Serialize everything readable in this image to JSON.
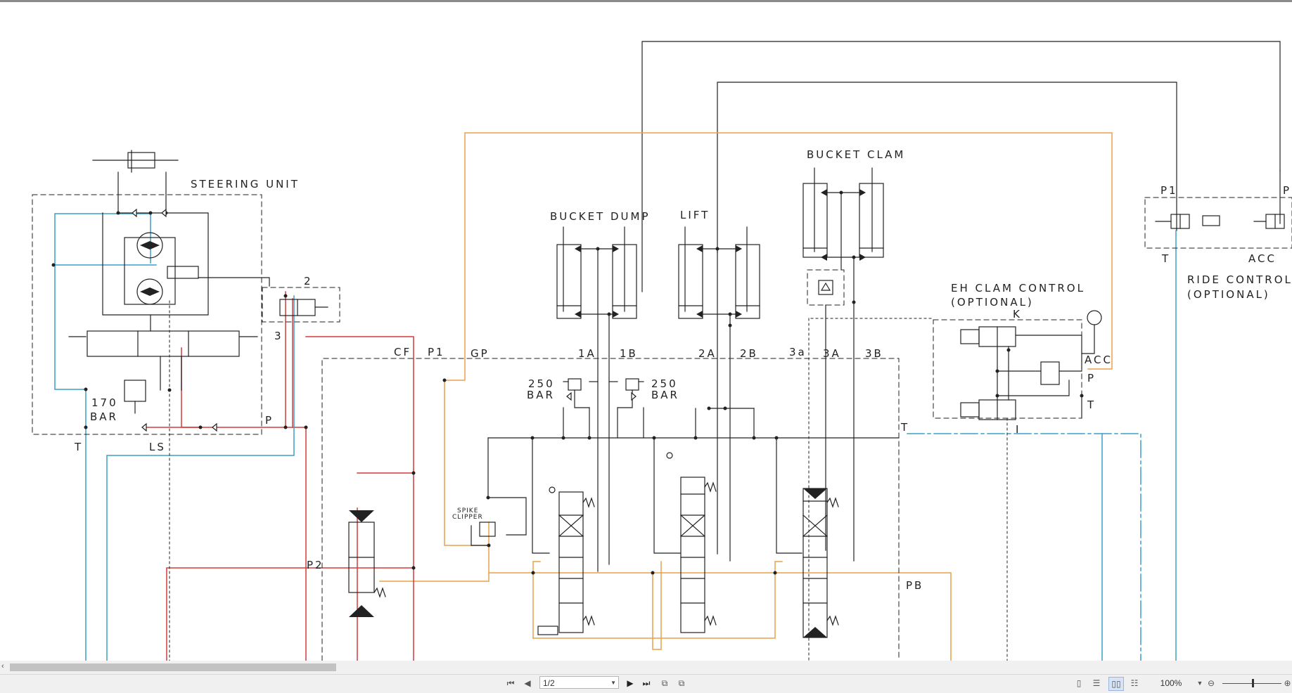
{
  "diagram": {
    "labels": {
      "steering_unit": "STEERING UNIT",
      "bucket_dump": "BUCKET DUMP",
      "lift": "LIFT",
      "bucket_clam": "BUCKET CLAM",
      "eh_clam_line1": "EH CLAM CONTROL",
      "eh_clam_line2": "(OPTIONAL)",
      "ride_line1": "RIDE CONTROL",
      "ride_line2": "(OPTIONAL)",
      "relief_170_a": "170",
      "relief_170_b": "BAR",
      "relief_250l_a": "250",
      "relief_250l_b": "BAR",
      "relief_250r_a": "250",
      "relief_250r_b": "BAR",
      "spike_a": "SPIKE",
      "spike_b": "CLIPPER",
      "port_2": "2",
      "port_3": "3",
      "port_p_steer": "P",
      "port_t_steer": "T",
      "port_ls": "LS",
      "port_cf": "CF",
      "port_p1": "P1",
      "port_gp": "GP",
      "port_1a": "1A",
      "port_1b": "1B",
      "port_2a": "2A",
      "port_2b": "2B",
      "port_3a_low": "3a",
      "port_3a": "3A",
      "port_3b": "3B",
      "port_t_valve": "T",
      "port_p2": "P2",
      "port_pb": "PB",
      "port_k": "K",
      "port_acc": "ACC",
      "port_p_eh": "P",
      "port_t_eh": "T",
      "port_i": "I",
      "port_p1_ride": "P1",
      "port_p2_ride": "P",
      "port_t_ride": "T",
      "port_acc_ride": "ACC"
    },
    "line_colors": {
      "pressure": "#d63a3a",
      "pilot": "#e8a04a",
      "tank": "#3a9fc9",
      "work": "#222222"
    }
  },
  "viewer": {
    "page_field": "1/2",
    "zoom": "100%",
    "icons": [
      "first-page-icon",
      "prev-page-icon",
      "next-page-icon",
      "last-page-icon",
      "prev-view-icon",
      "next-view-icon",
      "single-page-icon",
      "continuous-icon",
      "two-page-icon",
      "facing-icon",
      "zoom-out-icon",
      "zoom-in-icon"
    ]
  }
}
